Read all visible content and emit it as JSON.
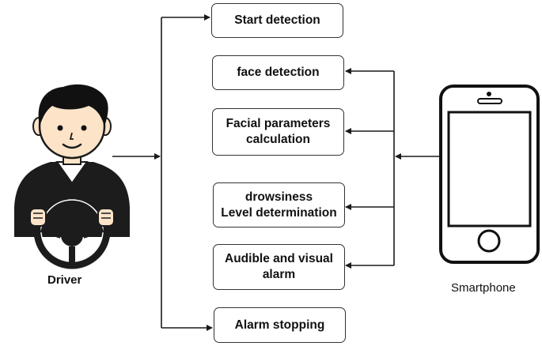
{
  "steps": [
    {
      "lines": [
        "Start detection"
      ]
    },
    {
      "lines": [
        "face detection"
      ]
    },
    {
      "lines": [
        "Facial parameters",
        "calculation"
      ]
    },
    {
      "lines": [
        "drowsiness",
        "Level determination"
      ]
    },
    {
      "lines": [
        "Audible and visual",
        "alarm"
      ]
    },
    {
      "lines": [
        "Alarm stopping"
      ]
    }
  ],
  "actors": {
    "driver": {
      "label": "Driver",
      "icon": "driver-steering-wheel-icon"
    },
    "smartphone": {
      "label": "Smartphone",
      "icon": "smartphone-icon"
    }
  },
  "colors": {
    "line": "#1a1a1a",
    "box_border": "#333333",
    "skin": "#fde4c8",
    "hair": "#111111",
    "suit": "#1c1c1c"
  }
}
